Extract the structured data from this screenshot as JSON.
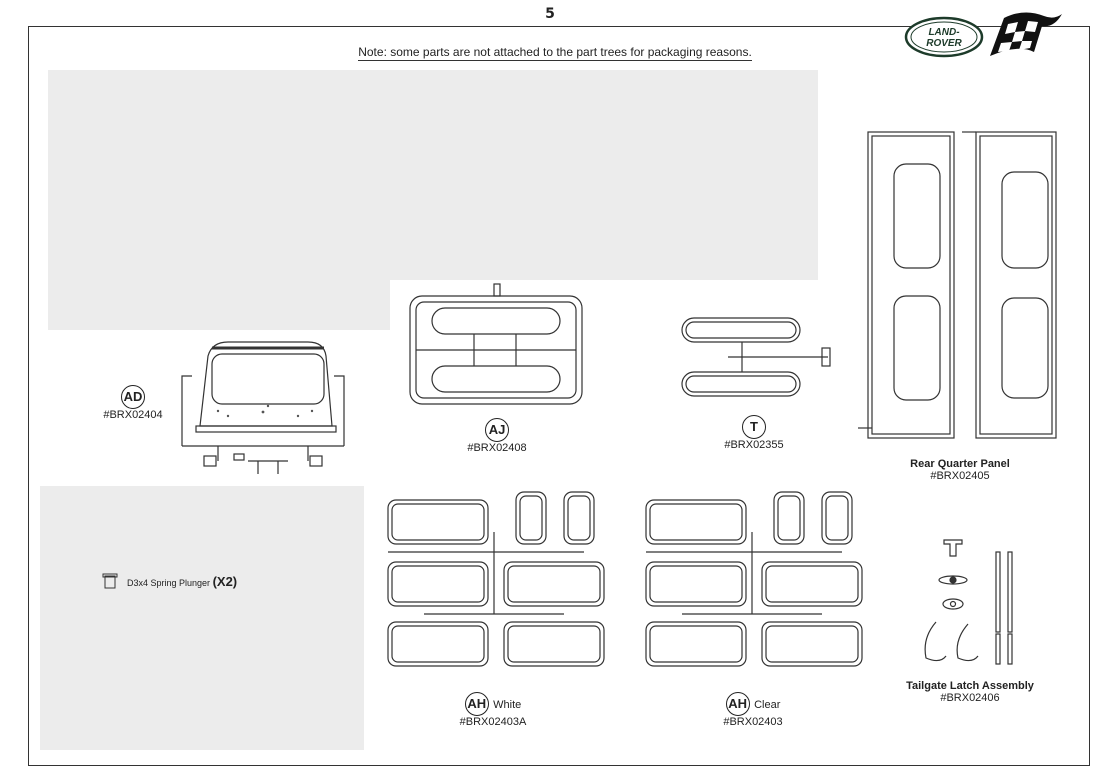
{
  "page": {
    "number": "5",
    "note": "Note: some parts are not attached to the part trees for packaging reasons."
  },
  "logos": {
    "land_rover_line1": "LAND-",
    "land_rover_line2": "ROVER"
  },
  "parts": {
    "ad": {
      "letter": "AD",
      "code": "#BRX02404"
    },
    "aj": {
      "letter": "AJ",
      "code": "#BRX02408"
    },
    "t": {
      "letter": "T",
      "code": "#BRX02355"
    },
    "rear_quarter": {
      "name": "Rear Quarter Panel",
      "code": "#BRX02405"
    },
    "ah_white": {
      "letter": "AH",
      "variant": "White",
      "code": "#BRX02403A"
    },
    "ah_clear": {
      "letter": "AH",
      "variant": "Clear",
      "code": "#BRX02403"
    },
    "tailgate": {
      "name": "Tailgate Latch Assembly",
      "code": "#BRX02406"
    }
  },
  "loose": {
    "plunger_label": "D3x4 Spring Plunger",
    "plunger_qty": "(X2)"
  }
}
